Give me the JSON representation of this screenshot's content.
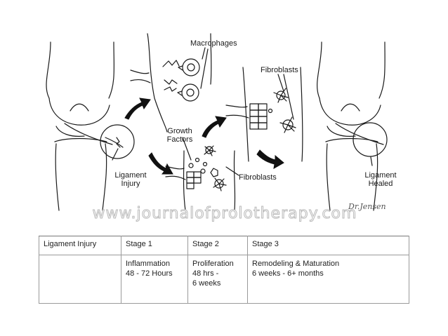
{
  "labels": {
    "macrophages": "Macrophages",
    "fibroblasts_top": "Fibroblasts",
    "growth_factors_1": "Growth",
    "growth_factors_2": "Factors",
    "fibroblasts_bottom": "Fibroblasts",
    "ligament_injury_1": "Ligament",
    "ligament_injury_2": "Injury",
    "ligament_healed_1": "Ligament",
    "ligament_healed_2": "Healed"
  },
  "watermark": "www.journalofprolotherapy.com",
  "signature": "Dr.Jensen",
  "table": {
    "headers": [
      "Ligament Injury",
      "Stage 1",
      "Stage 2",
      "Stage 3"
    ],
    "rows": [
      [
        "",
        [
          "Inflammation",
          "48 - 72 Hours"
        ],
        [
          "Proliferation",
          "48 hrs -",
          "6 weeks"
        ],
        [
          "Remodeling & Maturation",
          "6 weeks - 6+ months"
        ]
      ]
    ]
  },
  "colors": {
    "line": "#1a1a1a",
    "table_border": "#9a9a9a",
    "watermark": "#b9b9b9"
  }
}
